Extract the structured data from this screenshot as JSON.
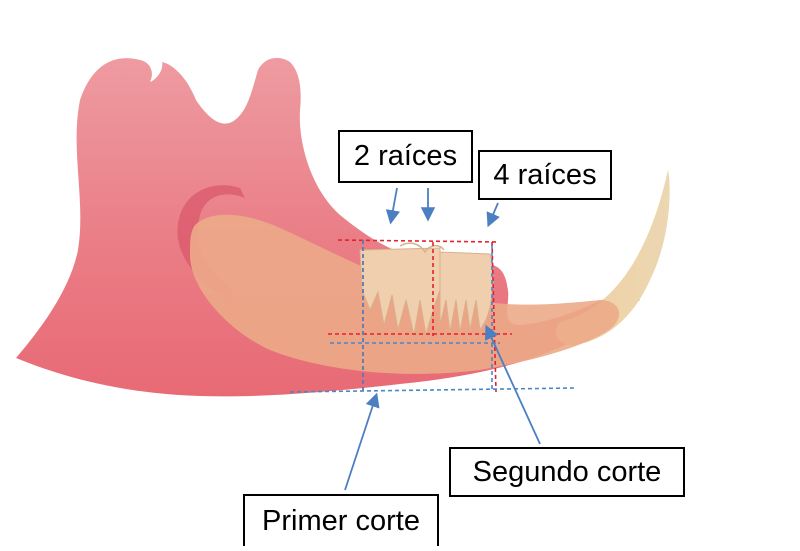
{
  "labels": {
    "two_roots": "2 raíces",
    "four_roots": "4 raíces",
    "second_cut": "Segundo corte",
    "first_cut": "Primer corte"
  },
  "colors": {
    "bone_outer": "#ea7480",
    "bone_light": "#f0a3a7",
    "canal": "#eca587",
    "canine": "#ead3a6",
    "tooth": "#efcfae",
    "cut_line_red": "#e8202a",
    "cut_line_blue": "#4a86c8",
    "arrow_blue": "#4a7fc2"
  }
}
